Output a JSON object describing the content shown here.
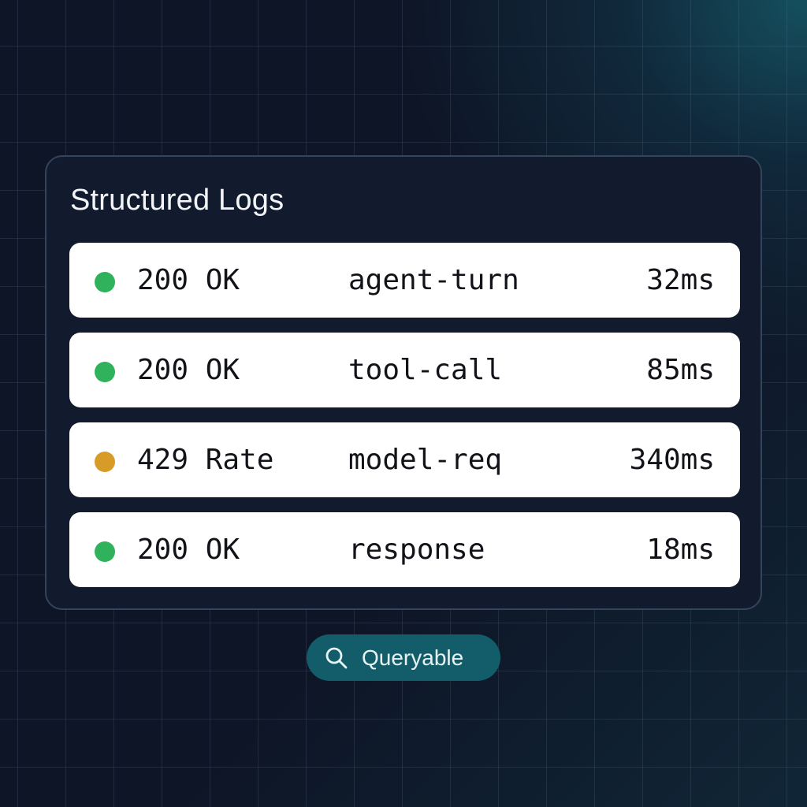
{
  "panel": {
    "title": "Structured Logs"
  },
  "logs": [
    {
      "status": "200 OK",
      "event": "agent-turn",
      "latency": "32ms",
      "level": "ok",
      "dot_color": "#2fb25b"
    },
    {
      "status": "200 OK",
      "event": "tool-call",
      "latency": "85ms",
      "level": "ok",
      "dot_color": "#2fb25b"
    },
    {
      "status": "429 Rate",
      "event": "model-req",
      "latency": "340ms",
      "level": "warning",
      "dot_color": "#d79b28"
    },
    {
      "status": "200 OK",
      "event": "response",
      "latency": "18ms",
      "level": "ok",
      "dot_color": "#2fb25b"
    }
  ],
  "badge": {
    "icon": "search-icon",
    "label": "Queryable"
  },
  "colors": {
    "background": "#0e1526",
    "panel": "#121a2e",
    "panel_border": "#34445c",
    "ok": "#2fb25b",
    "warning": "#d79b28",
    "badge": "#125d69"
  }
}
